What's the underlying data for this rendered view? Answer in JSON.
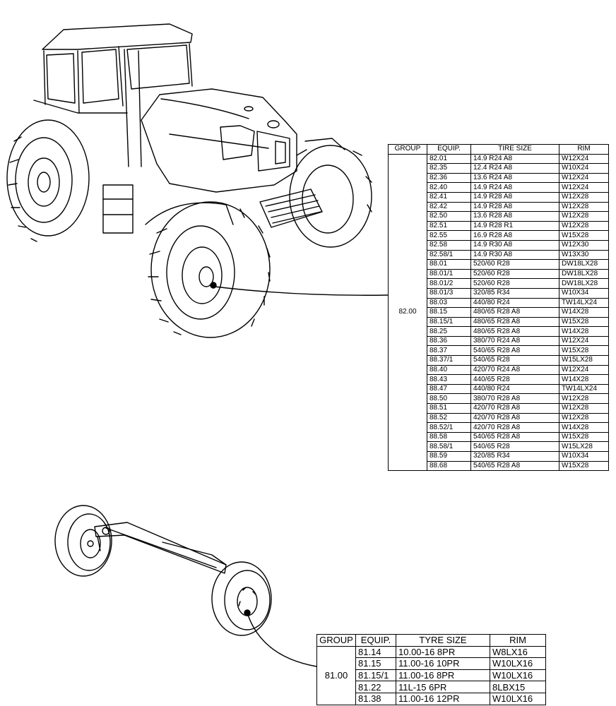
{
  "tractor_table": {
    "headers": [
      "GROUP",
      "EQUIP.",
      "TIRE SIZE",
      "RIM"
    ],
    "group": "82.00",
    "rows": [
      {
        "equip": "82.01",
        "size": "14.9 R24 A8",
        "rim": "W12X24"
      },
      {
        "equip": "82.35",
        "size": "12.4 R24 A8",
        "rim": "W10X24"
      },
      {
        "equip": "82.36",
        "size": "13.6 R24 A8",
        "rim": "W12X24"
      },
      {
        "equip": "82.40",
        "size": "14.9 R24 A8",
        "rim": "W12X24"
      },
      {
        "equip": "82.41",
        "size": "14.9 R28 A8",
        "rim": "W12X28"
      },
      {
        "equip": "82.42",
        "size": "14.9 R28 A8",
        "rim": "W12X28"
      },
      {
        "equip": "82.50",
        "size": "13.6 R28 A8",
        "rim": "W12X28"
      },
      {
        "equip": "82.51",
        "size": "14.9 R28 R1",
        "rim": "W12X28"
      },
      {
        "equip": "82.55",
        "size": "16.9 R28 A8",
        "rim": "W15X28"
      },
      {
        "equip": "82.58",
        "size": "14.9 R30 A8",
        "rim": "W12X30"
      },
      {
        "equip": "82.58/1",
        "size": "14.9 R30 A8",
        "rim": "W13X30"
      },
      {
        "equip": "88.01",
        "size": "520/60 R28",
        "rim": "DW18LX28"
      },
      {
        "equip": "88.01/1",
        "size": "520/60 R28",
        "rim": "DW18LX28"
      },
      {
        "equip": "88.01/2",
        "size": "520/60 R28",
        "rim": "DW18LX28"
      },
      {
        "equip": "88.01/3",
        "size": "320/85 R34",
        "rim": "W10X34"
      },
      {
        "equip": "88.03",
        "size": "440/80 R24",
        "rim": "TW14LX24"
      },
      {
        "equip": "88.15",
        "size": "480/65 R28 A8",
        "rim": "W14X28"
      },
      {
        "equip": "88.15/1",
        "size": "480/65 R28 A8",
        "rim": "W15X28"
      },
      {
        "equip": "88.25",
        "size": "480/65 R28 A8",
        "rim": "W14X28"
      },
      {
        "equip": "88.36",
        "size": "380/70 R24 A8",
        "rim": "W12X24"
      },
      {
        "equip": "88.37",
        "size": "540/65 R28 A8",
        "rim": "W15X28"
      },
      {
        "equip": "88.37/1",
        "size": "540/65 R28",
        "rim": "W15LX28"
      },
      {
        "equip": "88.40",
        "size": "420/70 R24 A8",
        "rim": "W12X24"
      },
      {
        "equip": "88.43",
        "size": "440/65 R28",
        "rim": "W14X28"
      },
      {
        "equip": "88.47",
        "size": "440/80 R24",
        "rim": "TW14LX24"
      },
      {
        "equip": "88.50",
        "size": "380/70 R28 A8",
        "rim": "W12X28"
      },
      {
        "equip": "88.51",
        "size": "420/70 R28 A8",
        "rim": "W12X28"
      },
      {
        "equip": "88.52",
        "size": "420/70 R28 A8",
        "rim": "W12X28"
      },
      {
        "equip": "88.52/1",
        "size": "420/70 R28 A8",
        "rim": "W14X28"
      },
      {
        "equip": "88.58",
        "size": "540/65 R28 A8",
        "rim": "W15X28"
      },
      {
        "equip": "88.58/1",
        "size": "540/65 R28",
        "rim": "W15LX28"
      },
      {
        "equip": "88.59",
        "size": "320/85 R34",
        "rim": "W10X34"
      },
      {
        "equip": "88.68",
        "size": "540/65 R28 A8",
        "rim": "W15X28"
      }
    ]
  },
  "axle_table": {
    "headers": [
      "GROUP",
      "EQUIP.",
      "TYRE SIZE",
      "RIM"
    ],
    "group": "81.00",
    "rows": [
      {
        "equip": "81.14",
        "size": "10.00-16 8PR",
        "rim": "W8LX16"
      },
      {
        "equip": "81.15",
        "size": "11.00-16 10PR",
        "rim": "W10LX16"
      },
      {
        "equip": "81.15/1",
        "size": "11.00-16 8PR",
        "rim": "W10LX16"
      },
      {
        "equip": "81.22",
        "size": "11L-15 6PR",
        "rim": "8LBX15"
      },
      {
        "equip": "81.38",
        "size": "11.00-16 12PR",
        "rim": "W10LX16"
      }
    ]
  },
  "icons": {
    "tractor": "tractor-illustration",
    "axle": "front-axle-illustration"
  },
  "colors": {
    "ink": "#000000",
    "paper": "#ffffff"
  }
}
